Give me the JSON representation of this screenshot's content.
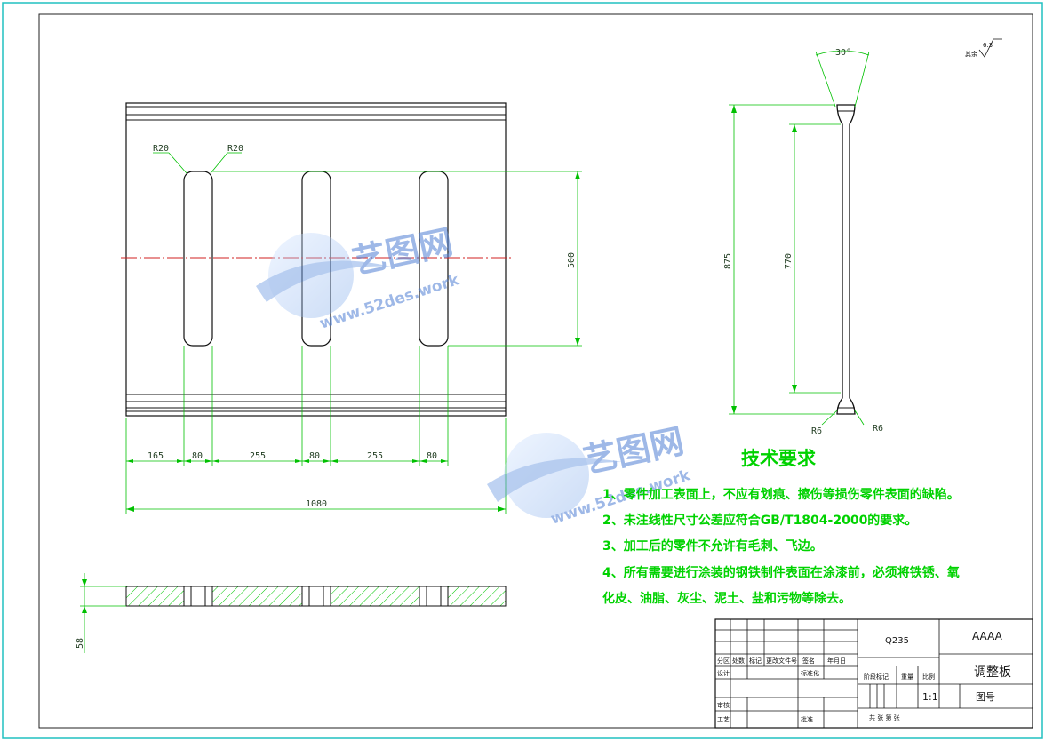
{
  "drawing": {
    "front_view": {
      "radius_labels": [
        "R20",
        "R20"
      ],
      "slot_height": "500",
      "bottom_dims": [
        "165",
        "80",
        "255",
        "80",
        "255",
        "80"
      ],
      "overall_width": "1080"
    },
    "side_view": {
      "angle": "30°",
      "overall_height": "875",
      "inner_height": "770",
      "radius_labels": [
        "R6",
        "R6"
      ]
    },
    "section_view": {
      "thickness": "58"
    },
    "roughness": {
      "label": "其余",
      "value": "6.3"
    },
    "technical_requirements": {
      "title": "技术要求",
      "items": [
        "1、零件加工表面上，不应有划痕、擦伤等损伤零件表面的缺陷。",
        "2、未注线性尺寸公差应符合GB/T1804-2000的要求。",
        "3、加工后的零件不允许有毛刺、飞边。",
        "4、所有需要进行涂装的钢铁制件表面在涂漆前，必须将铁锈、氧",
        "化皮、油脂、灰尘、泥土、盐和污物等除去。"
      ]
    },
    "title_block": {
      "material": "Q235",
      "company": "AAAA",
      "part_name": "调整板",
      "drawing_no_label": "图号",
      "scale_label": "比例",
      "scale": "1:1",
      "weight_label": "重量",
      "stage_label": "阶段标记",
      "sheets": "共  张  第  张",
      "headers": [
        "分区",
        "处数",
        "标记",
        "更改文件号",
        "签名",
        "年月日"
      ],
      "rows": [
        "设计",
        "审核",
        "工艺"
      ],
      "standardize": "标准化",
      "approve": "批准"
    },
    "watermark": {
      "brand": "艺图网",
      "url": "www.52des.work"
    }
  }
}
